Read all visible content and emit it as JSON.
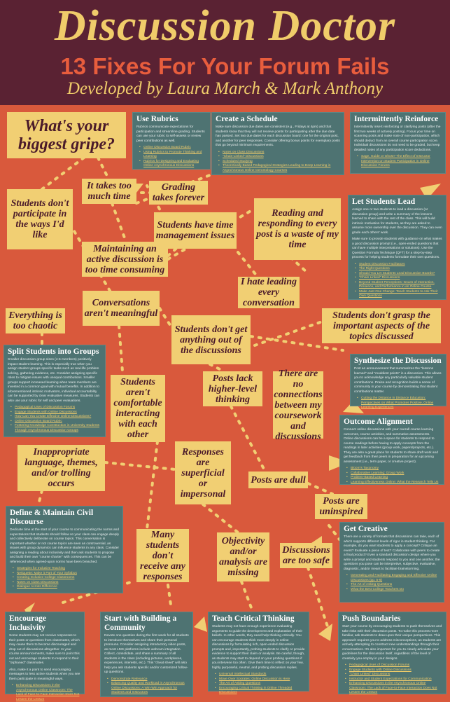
{
  "header": {
    "title": "Discussion Doctor",
    "subtitle": "13 Fixes For Your Forum Fails",
    "credit": "Developed by Laura March & Mark Anthony"
  },
  "colors": {
    "background": "#d9593c",
    "header": "#5a2233",
    "accent": "#f0cc6a",
    "box": "#4e7372"
  },
  "gripes": [
    "What's your biggest gripe?",
    "It takes too much time",
    "Grading takes forever",
    "Students don't participate in the ways I'd like",
    "Reading and responding to every post is a waste of my time",
    "Students have time management issues",
    "Maintaining an active discussion is too time consuming",
    "I hate leading every conversation",
    "Conversations aren't meaningful",
    "Everything is too chaotic",
    "Students don't grasp the important aspects of the topics discussed",
    "Students don't get anything out of the discussions",
    "Students aren't comfortable interacting with each other",
    "Posts lack higher-level thinking",
    "There are no connections between my coursework and discussions",
    "Inappropriate language, themes, and/or trolling occurs",
    "Responses are superficial or impersonal",
    "Posts are dull",
    "Posts are uninspired",
    "Many students don't receive any responses",
    "Objectivity and/or analysis are missing",
    "Discussions are too safe"
  ],
  "fixes": [
    {
      "title": "Use Rubrics",
      "body": [
        "Rubrics communicate expectations for participation and streamline grading. Students can use your rubric to self-assess or review peer contributions as well."
      ],
      "links": [
        "Online Discussion Board Rubric",
        "Using Rubrics to Promote Thinking and Learning",
        "Rubrics for Designing and Evaluating Online Asynchronous Discussions"
      ]
    },
    {
      "title": "Create a Schedule",
      "body": [
        "Make sure discussion due dates are consistent (e.g., Fridays at 4pm) and that students know that they will not receive points for participating after the due date has passed. Set two due dates for each discussion board: one for the original post, and another for peer responses. Consider offering bonus points for exemplary posts that go beyond minimum requirements."
      ],
      "links": [
        "Notes on Class Discussions",
        "\"Chain-Linked\" Discussions",
        "Scheduled Studying",
        "Theoretically Based Pedagogical Strategies Leading to Deep Learning in Asynchronous Online Gerontology Courses"
      ]
    },
    {
      "title": "Intermittently Reinforce",
      "body": [
        "Intermittently insert reinforcing or clarifying posts (after the first two weeks of actively posting). Focus your time on scanning posts and make note of non-participation, which should deduct from an overall course participation score. Individual discussions do not need to be graded, but keep detailed notes of any participation score deductions."
      ],
      "links": [
        "Sage, Guide or Ghost? The Effect of Instructor Intervention on Student Participation in Online Discussion Forums"
      ]
    },
    {
      "title": "Let Students Lead",
      "body": [
        "Assign one or two students to lead a discussion (or discussion group) and write a summary of the lessons learned to share with the rest of the class. This will build intrinsic motivation for students, as they are asked to assume more ownership over the discussion. They can even grade each others' work.",
        "Make sure to provide students with guidance on what makes a good discussion prompt (i.e., open-ended questions that can have multiple interpretations or solutions). Use the Question Formula Technique (QFT) for a step-by-step process for helping students formulate their own questions."
      ],
      "links": [
        "Student Discussion Facilitators",
        "The Right Questions",
        "Should You Let Students Lead Discussion Boards?",
        "\"Chain Linked\" Discussions",
        "Beyond Student Perceptions: Issues of Interaction, Presence, and Performance in an Online Course",
        "Make Just One Change: Teach Students to Ask Their Own Questions"
      ]
    },
    {
      "title": "Split Students into Groups",
      "body": [
        "Smaller discussion group sizes (4-6 members) positively impact student learning. This is especially true when you assign student groups specific tasks such as real-life problem solving, gathering evidence, etc. Consider assigning specific roles to mitigate issues with unequal contributions. Smaller groups support increased learning when team members are invested in a common goal with mutual benefits. In addition to aforementioned intrinsic motivators, individual accountability can be supported by clear evaluative measures. Students can also use your rubric for self and peer evaluations."
      ],
      "links": [
        "Pedagogical Uses of Discussion Forums",
        "Engage Students with Online Discussions",
        "How Can You Create Effective Online Discussions?",
        "Online Discussion Board Rubric",
        "Fostering Knowledge Construction in University Students Through Asynchronous Discussion Groups"
      ]
    },
    {
      "title": "Synthesize the Discussion",
      "body": [
        "Post an announcement that summarizes the \"lessons learned\" and \"muddiest points\" in a discussion. This allows you to acknowledge any particularly valuable student contributions. Praise and recognition builds a sense of community in your course by demonstrating that student contributions matter."
      ],
      "links": [
        "Cutting the Distance in Distance Education: Perspectives on What Promotes Positive, Online Learning Experiences"
      ]
    },
    {
      "title": "Outcome Alignment",
      "body": [
        "Connect online discussions with your overall course learning outcomes, course activities, and summative assessments. Online discussions can be a space for students to respond to course readings before having to apply concepts from the readings in later activities (group work, papers/projects, etc.). They are also a great place for students to share draft work and get feedback from their peers in preparation for an upcoming assessment (i.e., term paper, or creative project)."
      ],
      "links": [
        "Bloom's Taxonomy",
        "Collaborative Learning: Group Work",
        "Problem-Based Learning",
        "Learning Effectiveness Online: What the Research Tells Us"
      ]
    },
    {
      "title": "Define & Maintain Civil Discourse",
      "body": [
        "Dedicate time at the start of your course to communicating the norms and expectations that students should follow so your class can engage deeply and collectively deliberate on course topics. This conversation is important whether or not course topics are seen as controversial, as issues with group dynamics can influence students in any class. Consider assigning a reading about inclusivity and then ask students to propose and build their own \"course charter\" with consequences. This can be referenced when agreed-upon norms have been breached."
      ],
      "links": [
        "Strategies for Inclusive Teaching",
        "Netiquette: Make it Part of Your Syllabus",
        "Creating Inclusive College Classrooms",
        "Notes on Class Discussions",
        "Dialogue Across Difference"
      ]
    },
    {
      "title": "Get Creative",
      "body": [
        "There are a variety of formats that discussions can take, each of which supports different levels of rigor in student thinking. For example, do you want students to apply a concept? Critique an event? Evaluate a piece of text? Collaborate with peers to create a final product? Even a standard discussion design where you write a prompt and students respond to you and one another, the questions you pose can be interpretive, subjective, evaluative, diagnostic, and/or meant to facilitate brainstorming."
      ],
      "links": [
        "Generating and Facilitating Engaging and Effective Online Discussions (pp. 5-6)",
        "The Art of Asking Questions",
        "What the Best College Teachers Do"
      ]
    },
    {
      "title": "Encourage Inclusivity",
      "body": [
        "Some students may not receive responses to their posts or questions from classmates, which may cause them to become discouraged and drop out of discussions altogether. In your course announcements, make sure to point this out and encourage students to respond to their \"orphaned\" classmates.",
        "Also, make it a point to send encouraging messages to less active students when you see them participate in meaningful ways."
      ],
      "links": [
        "Enhancing Discussions in the Asynchronous Online Classroom: The Lack of Face-to-Face Interaction Does Not Lessen the Lesson"
      ]
    },
    {
      "title": "Start with Building a Community",
      "body": [
        "Devote one question during the first week for all students to introduce themselves and share their personal pronouns. Consider assigning introductory video posts, as most LMS platforms include webcam integration. Collect, consolidate, and share a summary of all students in the class (including pictures, workplaces, experiences, interests, etc.). This \"cheat sheet\" will also help you ask students specific and/or customized follow-up questions."
      ],
      "links": [
        "Demonstrate Relevance",
        "Balancing Quality and Workload in Asynchronous Online Discussions: A Win-Win Approach for Students and Instructors"
      ]
    },
    {
      "title": "Teach Critical Thinking",
      "body": [
        "Students may not have enough experience evaluating arguments to guide the development and explanation of their beliefs. In other words, they need help thinking critically. You can encourage students think more deeply in online discussions by formulating rich, open-ended discussion prompts and, importantly, probing students to clarify or provide evidence to support their claim or analysis. Be careful, though, as students may start to depend on your probing questions if you intervene too often. Give them time to reflect on your few, highly purposeful, neutral, and probing discussion replies."
      ],
      "links": [
        "Universal Intellectual Standards",
        "Move Over Socrates: Online Discussion is Here",
        "The Art of Asking Questions",
        "Encouraging Critical Thinking in Online Threaded Discussions"
      ]
    },
    {
      "title": "Push Boundaries",
      "body": [
        "Start your course by encouraging students to push themselves and take risks with their discussion posts. To make this process more familiar, ask students to draw upon their unique perspectives. This approach requires you to address misconceptions, as students are actively attempting to construct new understandings through their conversations. It's also important for you to clearly articulate your guidelines for the discussion itself, regardless of the level of creativity you employ in your designs."
      ],
      "links": [
        "Pedagogical Uses of Discussion Forums",
        "Engage Students with Online Discussions",
        "\"Chain Linked\" Discussions",
        "Instructor and Student Expectations for Communication",
        "Enhancing Discussions in the Asynchronous Online Classroom: The Lack of Face-to-Face Interaction Does Not Lessen the Lesson"
      ]
    }
  ]
}
